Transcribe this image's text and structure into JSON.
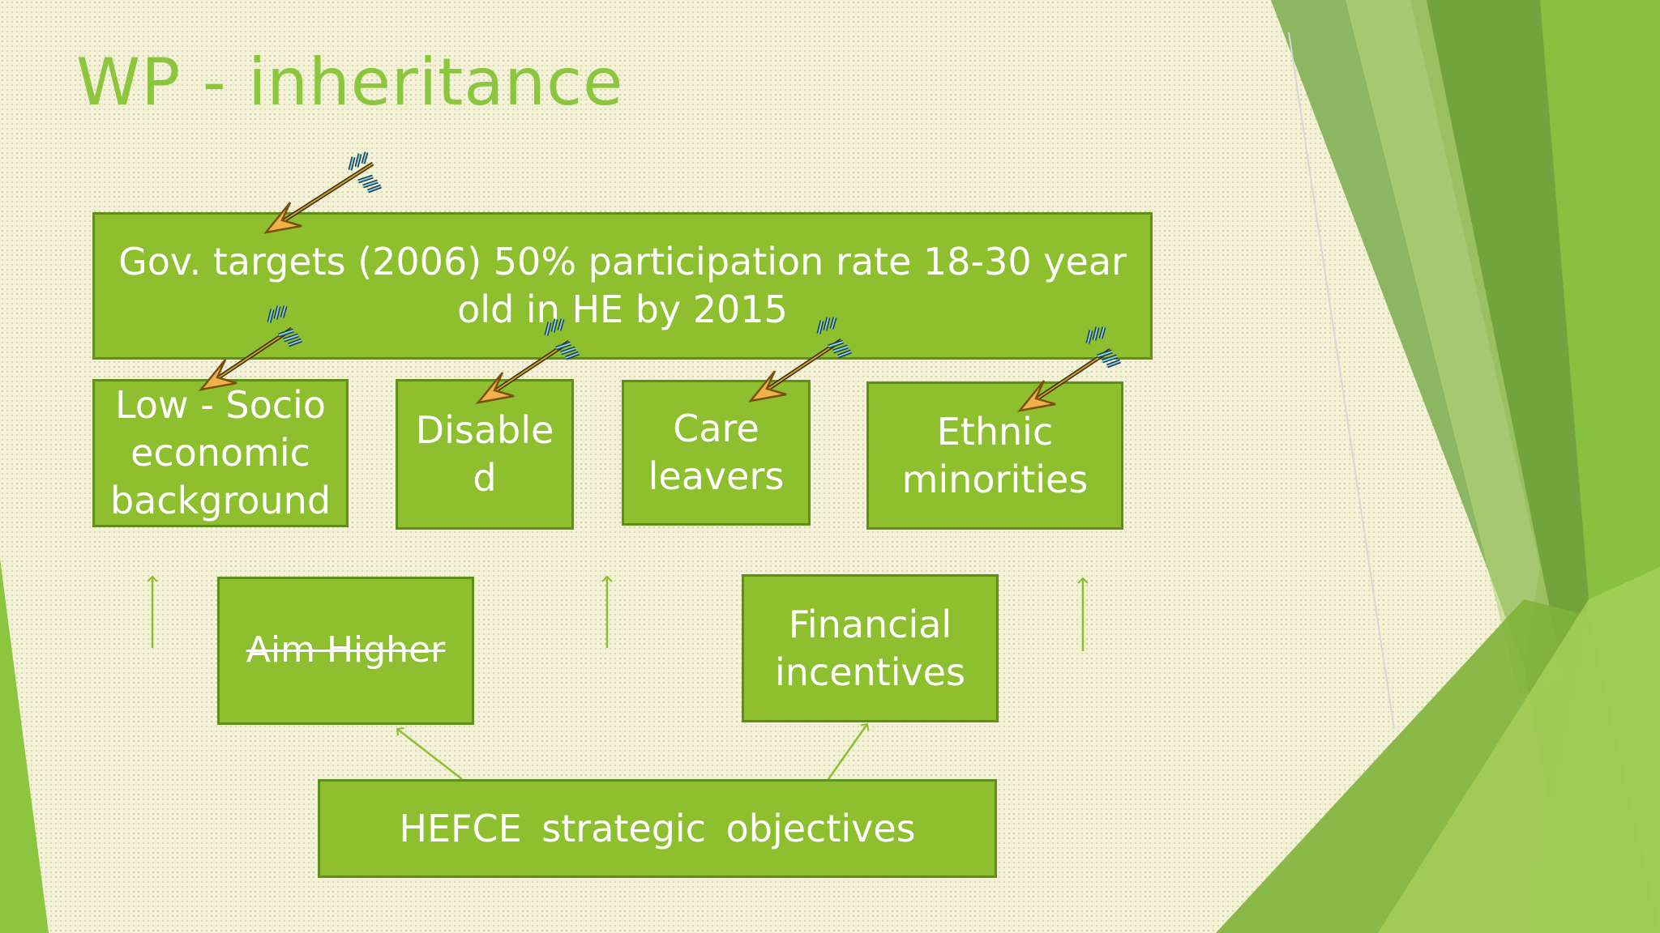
{
  "slide": {
    "title": "WP - inheritance"
  },
  "diagram": {
    "top_target": "Gov. targets (2006) 50% participation rate 18-30 year old in HE by 2015",
    "groups": [
      "Low - Socio\neconomic\nbackground",
      "Disable\nd",
      "Care\nleavers",
      "Ethnic\nminorities"
    ],
    "initiative_left": "Aim Higher",
    "initiative_right": "Financial\nincentives",
    "source": "HEFCE strategic objectives"
  },
  "colors": {
    "title": "#8cc63f",
    "box_fill": "#8dbf2e",
    "box_border": "#5f8f1a",
    "connector": "#8dbf2e",
    "arrow_shaft": "#3a2a10",
    "arrow_head": "#f0b04a",
    "arrow_feather": "#4a9bb8"
  },
  "icons": [
    "dart-arrow-icon",
    "up-arrow-connector"
  ]
}
